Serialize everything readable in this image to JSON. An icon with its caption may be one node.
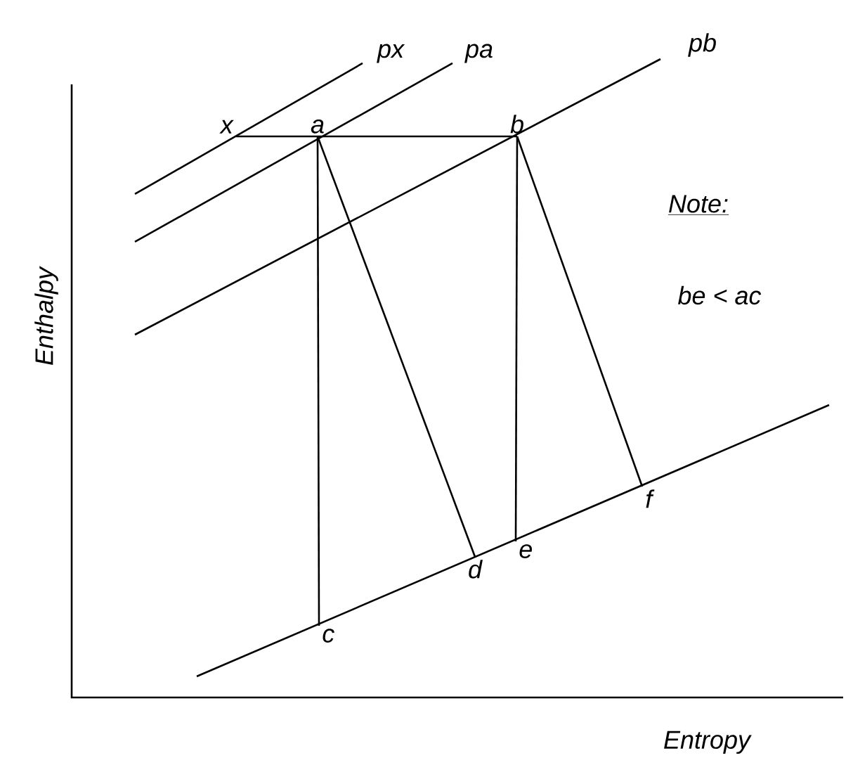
{
  "diagram": {
    "nodes": [
      {
        "text": [
          "x"
        ]
      },
      {
        "text": [
          "a"
        ]
      },
      {
        "text": [
          "b"
        ]
      },
      {
        "text": [
          "c"
        ]
      },
      {
        "text": [
          "d"
        ]
      },
      {
        "text": [
          "e"
        ]
      },
      {
        "text": [
          "f"
        ]
      }
    ],
    "edges": [
      {
        "from": 0,
        "to": 1,
        "arrow": "none"
      },
      {
        "from": 1,
        "to": 2,
        "arrow": "none"
      },
      {
        "from": 1,
        "to": 3,
        "arrow": "none"
      },
      {
        "from": 1,
        "to": 4,
        "arrow": "none"
      },
      {
        "from": 2,
        "to": 5,
        "arrow": "none"
      },
      {
        "from": 2,
        "to": 6,
        "arrow": "none"
      }
    ],
    "labels": [
      "px",
      "pa",
      "pb",
      "Note:",
      "be < ac",
      "Enthalpy",
      "Entropy"
    ]
  }
}
